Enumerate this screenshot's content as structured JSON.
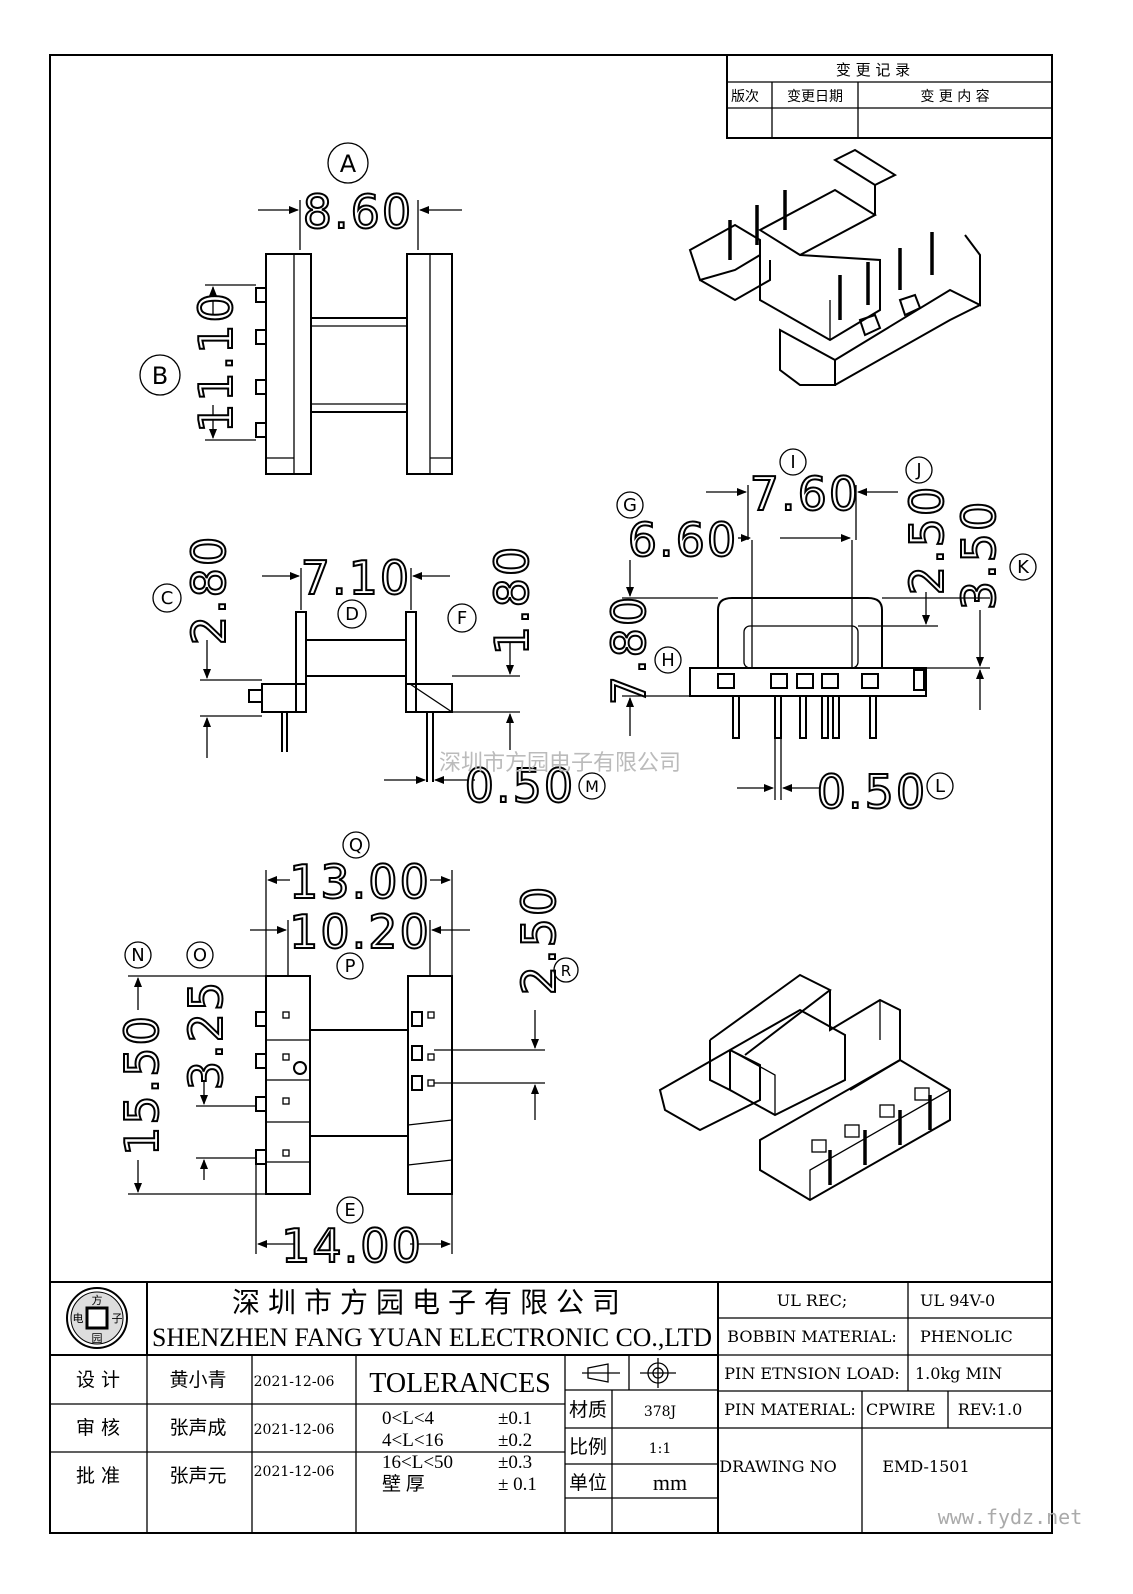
{
  "change_record": {
    "title": "变 更 记 录",
    "col_version": "版次",
    "col_date": "变更日期",
    "col_content": "变 更 内 容"
  },
  "dimensions": {
    "A": {
      "label": "A",
      "value": "8.60"
    },
    "B": {
      "label": "B",
      "value": "11.10"
    },
    "C": {
      "label": "C",
      "value": "2.80"
    },
    "D": {
      "label": "D",
      "value": "7.10"
    },
    "F": {
      "label": "F",
      "value": "1.80"
    },
    "M": {
      "label": "M",
      "value": "0.50"
    },
    "G": {
      "label": "G",
      "value": "6.60"
    },
    "I": {
      "label": "I",
      "value": "7.60"
    },
    "J": {
      "label": "J",
      "value": "2.50"
    },
    "K": {
      "label": "K",
      "value": "3.50"
    },
    "H": {
      "label": "H",
      "value": "7.80"
    },
    "L": {
      "label": "L",
      "value": "0.50"
    },
    "Q": {
      "label": "Q",
      "value": "13.00"
    },
    "P": {
      "label": "P",
      "value": "10.20"
    },
    "N": {
      "label": "N",
      "value": "15.50"
    },
    "O": {
      "label": "O",
      "value": "3.25"
    },
    "R": {
      "label": "R",
      "value": "2.50"
    },
    "E": {
      "label": "E",
      "value": "14.00"
    }
  },
  "watermark": "深圳市方园电子有限公司",
  "watermark_url": "www.fydz.net",
  "title_block": {
    "company_cn": "深圳市方园电子有限公司",
    "company_en": "SHENZHEN FANG YUAN ELECTRONIC CO.,LTD",
    "logo_chars": {
      "top": "方",
      "left": "电",
      "right": "子",
      "bottom": "园"
    },
    "design_label": "设 计",
    "design_name": "黄小青",
    "design_date": "2021-12-06",
    "review_label": "审 核",
    "review_name": "张声成",
    "review_date": "2021-12-06",
    "approve_label": "批 准",
    "approve_name": "张声元",
    "approve_date": "2021-12-06",
    "tolerances_title": "TOLERANCES",
    "tol_rows": [
      {
        "range": "0<L<4",
        "value": "±0.1"
      },
      {
        "range": "4<L<16",
        "value": "±0.2"
      },
      {
        "range": "16<L<50",
        "value": "±0.3"
      },
      {
        "range": "壁 厚",
        "value": "± 0.1"
      }
    ],
    "material_label": "材质",
    "material_value": "378J",
    "scale_label": "比例",
    "scale_value": "1:1",
    "unit_label": "单位",
    "unit_value": "mm",
    "ul_rec_label": "UL REC;",
    "ul_rec_value": "UL 94V-0",
    "bobbin_material_label": "BOBBIN MATERIAL:",
    "bobbin_material_value": "PHENOLIC",
    "pin_load_label": "PIN ETNSION LOAD:",
    "pin_load_value": "1.0kg MIN",
    "pin_material_label": "PIN MATERIAL:",
    "pin_material_value": "CPWIRE",
    "rev": "REV:1.0",
    "drawing_no_label": "DRAWING NO",
    "drawing_no_value": "EMD-1501"
  }
}
